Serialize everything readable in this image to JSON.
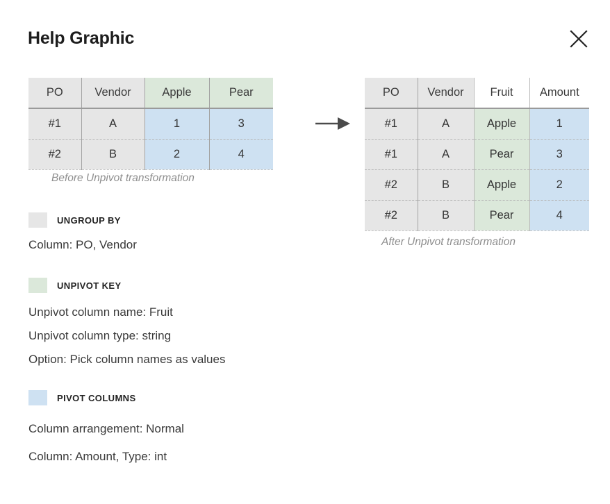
{
  "header": {
    "title": "Help Graphic",
    "close_icon": "close-icon"
  },
  "flow": {
    "arrow_icon": "arrow-right-icon"
  },
  "before_table": {
    "caption": "Before Unpivot transformation",
    "columns": [
      {
        "label": "PO",
        "fill": "gray"
      },
      {
        "label": "Vendor",
        "fill": "gray"
      },
      {
        "label": "Apple",
        "fill": "green"
      },
      {
        "label": "Pear",
        "fill": "green"
      }
    ],
    "rows": [
      {
        "po": "#1",
        "vendor": "A",
        "apple": "1",
        "pear": "3"
      },
      {
        "po": "#2",
        "vendor": "B",
        "apple": "2",
        "pear": "4"
      }
    ]
  },
  "after_table": {
    "caption": "After Unpivot transformation",
    "columns": [
      {
        "label": "PO",
        "fill": "gray"
      },
      {
        "label": "Vendor",
        "fill": "gray"
      },
      {
        "label": "Fruit",
        "fill": "none"
      },
      {
        "label": "Amount",
        "fill": "none"
      }
    ],
    "rows": [
      {
        "po": "#1",
        "vendor": "A",
        "fruit": "Apple",
        "amount": "1"
      },
      {
        "po": "#1",
        "vendor": "A",
        "fruit": "Pear",
        "amount": "3"
      },
      {
        "po": "#2",
        "vendor": "B",
        "fruit": "Apple",
        "amount": "2"
      },
      {
        "po": "#2",
        "vendor": "B",
        "fruit": "Pear",
        "amount": "4"
      }
    ]
  },
  "legend": {
    "ungroup_by": {
      "label": "UNGROUP BY",
      "swatch_color": "#e6e6e6",
      "lines": [
        "Column: PO, Vendor"
      ]
    },
    "unpivot_key": {
      "label": "UNPIVOT KEY",
      "swatch_color": "#dbe8da",
      "lines": [
        "Unpivot column name: Fruit",
        "Unpivot column type: string",
        "Option: Pick column names as values"
      ]
    },
    "pivot_columns": {
      "label": "PIVOT COLUMNS",
      "swatch_color": "#cee1f2",
      "lines": [
        "Column arrangement: Normal",
        "Column: Amount, Type: int"
      ]
    }
  },
  "colors": {
    "gray_fill": "#e6e6e6",
    "green_fill": "#dbe8da",
    "blue_fill": "#cee1f2",
    "text": "#333333",
    "caption_text": "#8e8e8e",
    "border": "#a3a3a3"
  }
}
